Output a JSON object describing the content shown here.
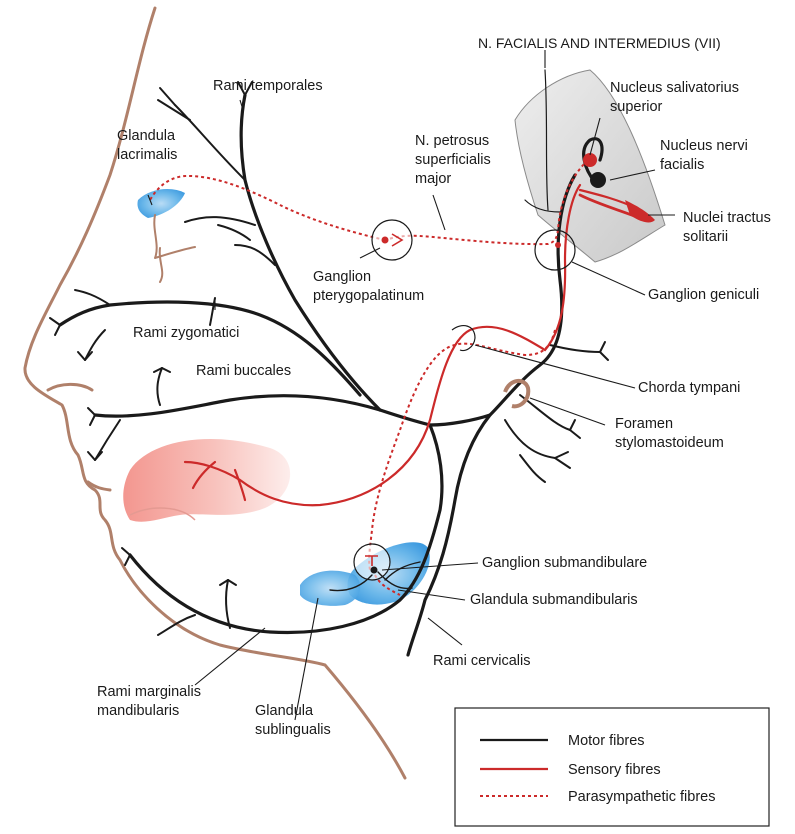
{
  "title": "N. FACIALIS AND INTERMEDIUS (VII)",
  "labels": {
    "rami_temporales": "Rami temporales",
    "glandula_lacrimalis": [
      "Glandula",
      "lacrimalis"
    ],
    "n_petrosus": [
      "N. petrosus",
      "superficialis",
      "major"
    ],
    "nucleus_salivatorius": [
      "Nucleus salivatorius",
      "superior"
    ],
    "nucleus_nervi_facialis": [
      "Nucleus nervi",
      "facialis"
    ],
    "nuclei_tractus_solitarii": [
      "Nuclei tractus",
      "solitarii"
    ],
    "ganglion_pterygopalatinum": [
      "Ganglion",
      "pterygopalatinum"
    ],
    "ganglion_geniculi": "Ganglion geniculi",
    "rami_zygomatici": "Rami zygomatici",
    "rami_buccales": "Rami buccales",
    "chorda_tympani": "Chorda tympani",
    "foramen_stylomastoideum": [
      "Foramen",
      "stylomastoideum"
    ],
    "ganglion_submandibulare": "Ganglion submandibulare",
    "glandula_submandibularis": "Glandula submandibularis",
    "rami_cervicalis": "Rami cervicalis",
    "rami_marginalis": [
      "Rami marginalis",
      "mandibularis"
    ],
    "glandula_sublingualis": [
      "Glandula",
      "sublingualis"
    ]
  },
  "legend": {
    "motor": "Motor fibres",
    "sensory": "Sensory fibres",
    "parasympathetic": "Parasympathetic fibres"
  },
  "colors": {
    "motor": "#1a1a1a",
    "sensory": "#cc2a2a",
    "skin_outline": "#b0806a",
    "gland": "#4aa3e0",
    "tongue": "#f08a80",
    "brainstem": "#d9d9d9"
  }
}
